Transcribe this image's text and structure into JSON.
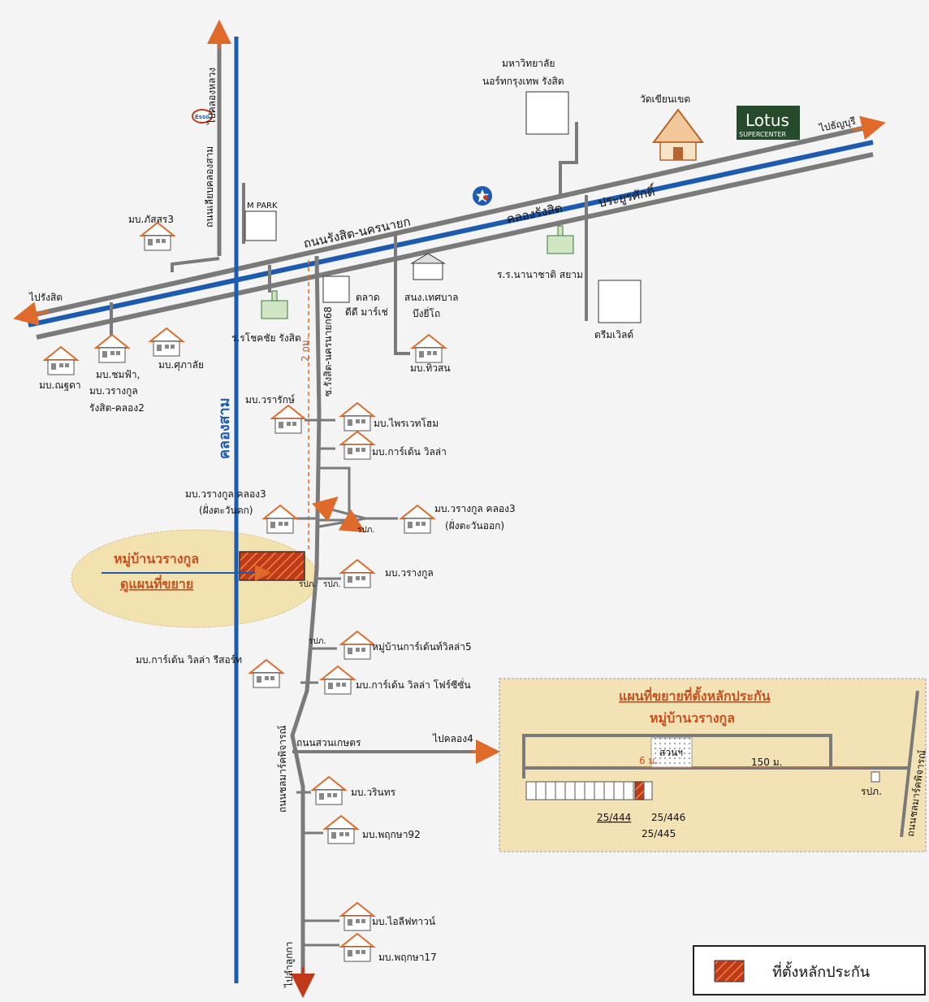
{
  "map": {
    "arrows": {
      "to_khlong_luang": "ไปคลองหลวง",
      "to_thanyaburi": "ไปธัญบุรี",
      "to_rangsit": "ไปรังสิต",
      "to_lam_luk_ka": "ไปลำลูกกา",
      "to_khlong4": "ไปคลอง4"
    },
    "roads": {
      "rangsit_nakhonnayok": "ถนนรังสิต-นครนายก",
      "khlong_rangsit": "คลองรังสิต",
      "prayurasak": "ประยูรศักดิ์",
      "liab_khlong_sam": "ถนนเลียบคลองสาม",
      "khlong_sam": "คลองสาม",
      "soi_68": "ซ.รังสิต-นครนายก68",
      "chom_market": "ถนนชลมาร์คพิจารณ์",
      "suan_kaset": "ถนนสวนเกษตร",
      "distance_2km": "2 กม."
    },
    "landmarks": {
      "university": [
        "มหาวิทยาลัย",
        "นอร์ทกรุงเทพ รังสิต"
      ],
      "temple": "วัดเขียนเขต",
      "lotus_main": "Lotus",
      "lotus_sub": "SUPERCENTER",
      "esso": "Esso",
      "m_park": "M PARK",
      "school_chokchai": "ร.รโชคชัย รังสิต",
      "market_dd": [
        "ตลาด",
        "ดีดี มาร์เช่"
      ],
      "police": [
        "สนง.เทศบาล",
        "บึงยี่โถ"
      ],
      "nanachart": "ร.ร.นานาชาติ สยาม",
      "dreamworld": "ดรีมเวิลด์"
    },
    "villages": {
      "phatsorn3": "มบ.ภัสสร3",
      "nattha": "มบ.ณฐดา",
      "chomfa": [
        "มบ.ชมฟ้า,",
        "มบ.วรางกูล",
        "รังสิต-คลอง2"
      ],
      "suphalai": "มบ.ศุภาลัย",
      "tiwson": "มบ.ทิวสน",
      "vararak": "มบ.วรารักษ์",
      "praiwet": "มบ.ไพรเวทโฮม",
      "garden_villa": "มบ.การ์เด้น วิลล่า",
      "warangkul_w": [
        "มบ.วรางกูล คลอง3",
        "(ฝั่งตะวันตก)"
      ],
      "warangkul_e": [
        "มบ.วรางกูล คลอง3",
        "(ฝั่งตะวันออก)"
      ],
      "warangkul": "มบ.วรางกูล",
      "garden_villa5": "หมู่บ้านการ์เด้นท์วิลล่า5",
      "garden_resort": "มบ.การ์เด้น วิลล่า รีสอร์ท",
      "garden_forsee": "มบ.การ์เด้น วิลล่า โฟร์ซีซั่น",
      "warinthon": "มบ.วรินทร",
      "pruksa92": "มบ.พฤกษา92",
      "lifetown": "มบ.ไอลีฟทาวน์",
      "pruksa17": "มบ.พฤกษา17"
    },
    "po": "รปภ.",
    "target": {
      "name": "หมู่บ้านวรางกูล",
      "zoom_hint": "ดูแผนที่ขยาย"
    },
    "inset": {
      "title": "แผนที่ขยายที่ตั้งหลักประกัน",
      "subtitle": "หมู่บ้านวรางกูล",
      "park": "สวนฯ",
      "dist_6m": "6 ม.",
      "dist_150m": "150 ม.",
      "lot_444": "25/444",
      "lot_445": "25/445",
      "lot_446": "25/446",
      "road": "ถนนชลมาร์คพิจารณ์"
    },
    "legend": {
      "label": "ที่ตั้งหลักประกัน"
    },
    "colors": {
      "canal": "#1d5bb0",
      "road": "#7a7a7a",
      "arrow": "#e06a2a",
      "target": "#c0391b",
      "highlight": "#f2e2b0"
    }
  }
}
